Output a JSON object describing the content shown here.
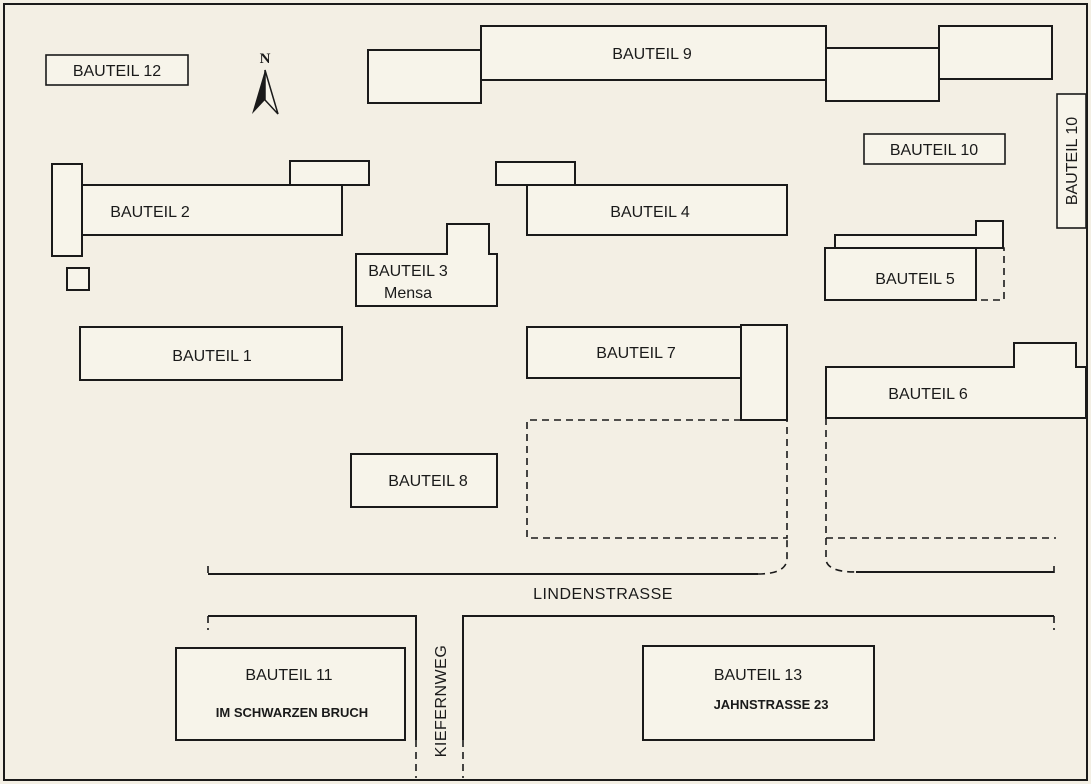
{
  "north_label": "N",
  "buildings": {
    "b12": "BAUTEIL 12",
    "b9": "BAUTEIL 9",
    "b10a": "BAUTEIL 10",
    "b10b": "BAUTEIL 10",
    "b2": "BAUTEIL 2",
    "b4": "BAUTEIL 4",
    "b3": "BAUTEIL 3",
    "b3_sub": "Mensa",
    "b5": "BAUTEIL 5",
    "b1": "BAUTEIL 1",
    "b7": "BAUTEIL 7",
    "b6": "BAUTEIL 6",
    "b8": "BAUTEIL 8",
    "b11": "BAUTEIL 11",
    "b11_sub": "IM SCHWARZEN BRUCH",
    "b13": "BAUTEIL 13",
    "b13_sub": "JAHNSTRASSE 23"
  },
  "streets": {
    "lindenstrasse": "LINDENSTRASSE",
    "kiefernweg": "KIEFERNWEG"
  },
  "colors": {
    "paper": "#f3efe4",
    "ink": "#1a1a1a"
  }
}
